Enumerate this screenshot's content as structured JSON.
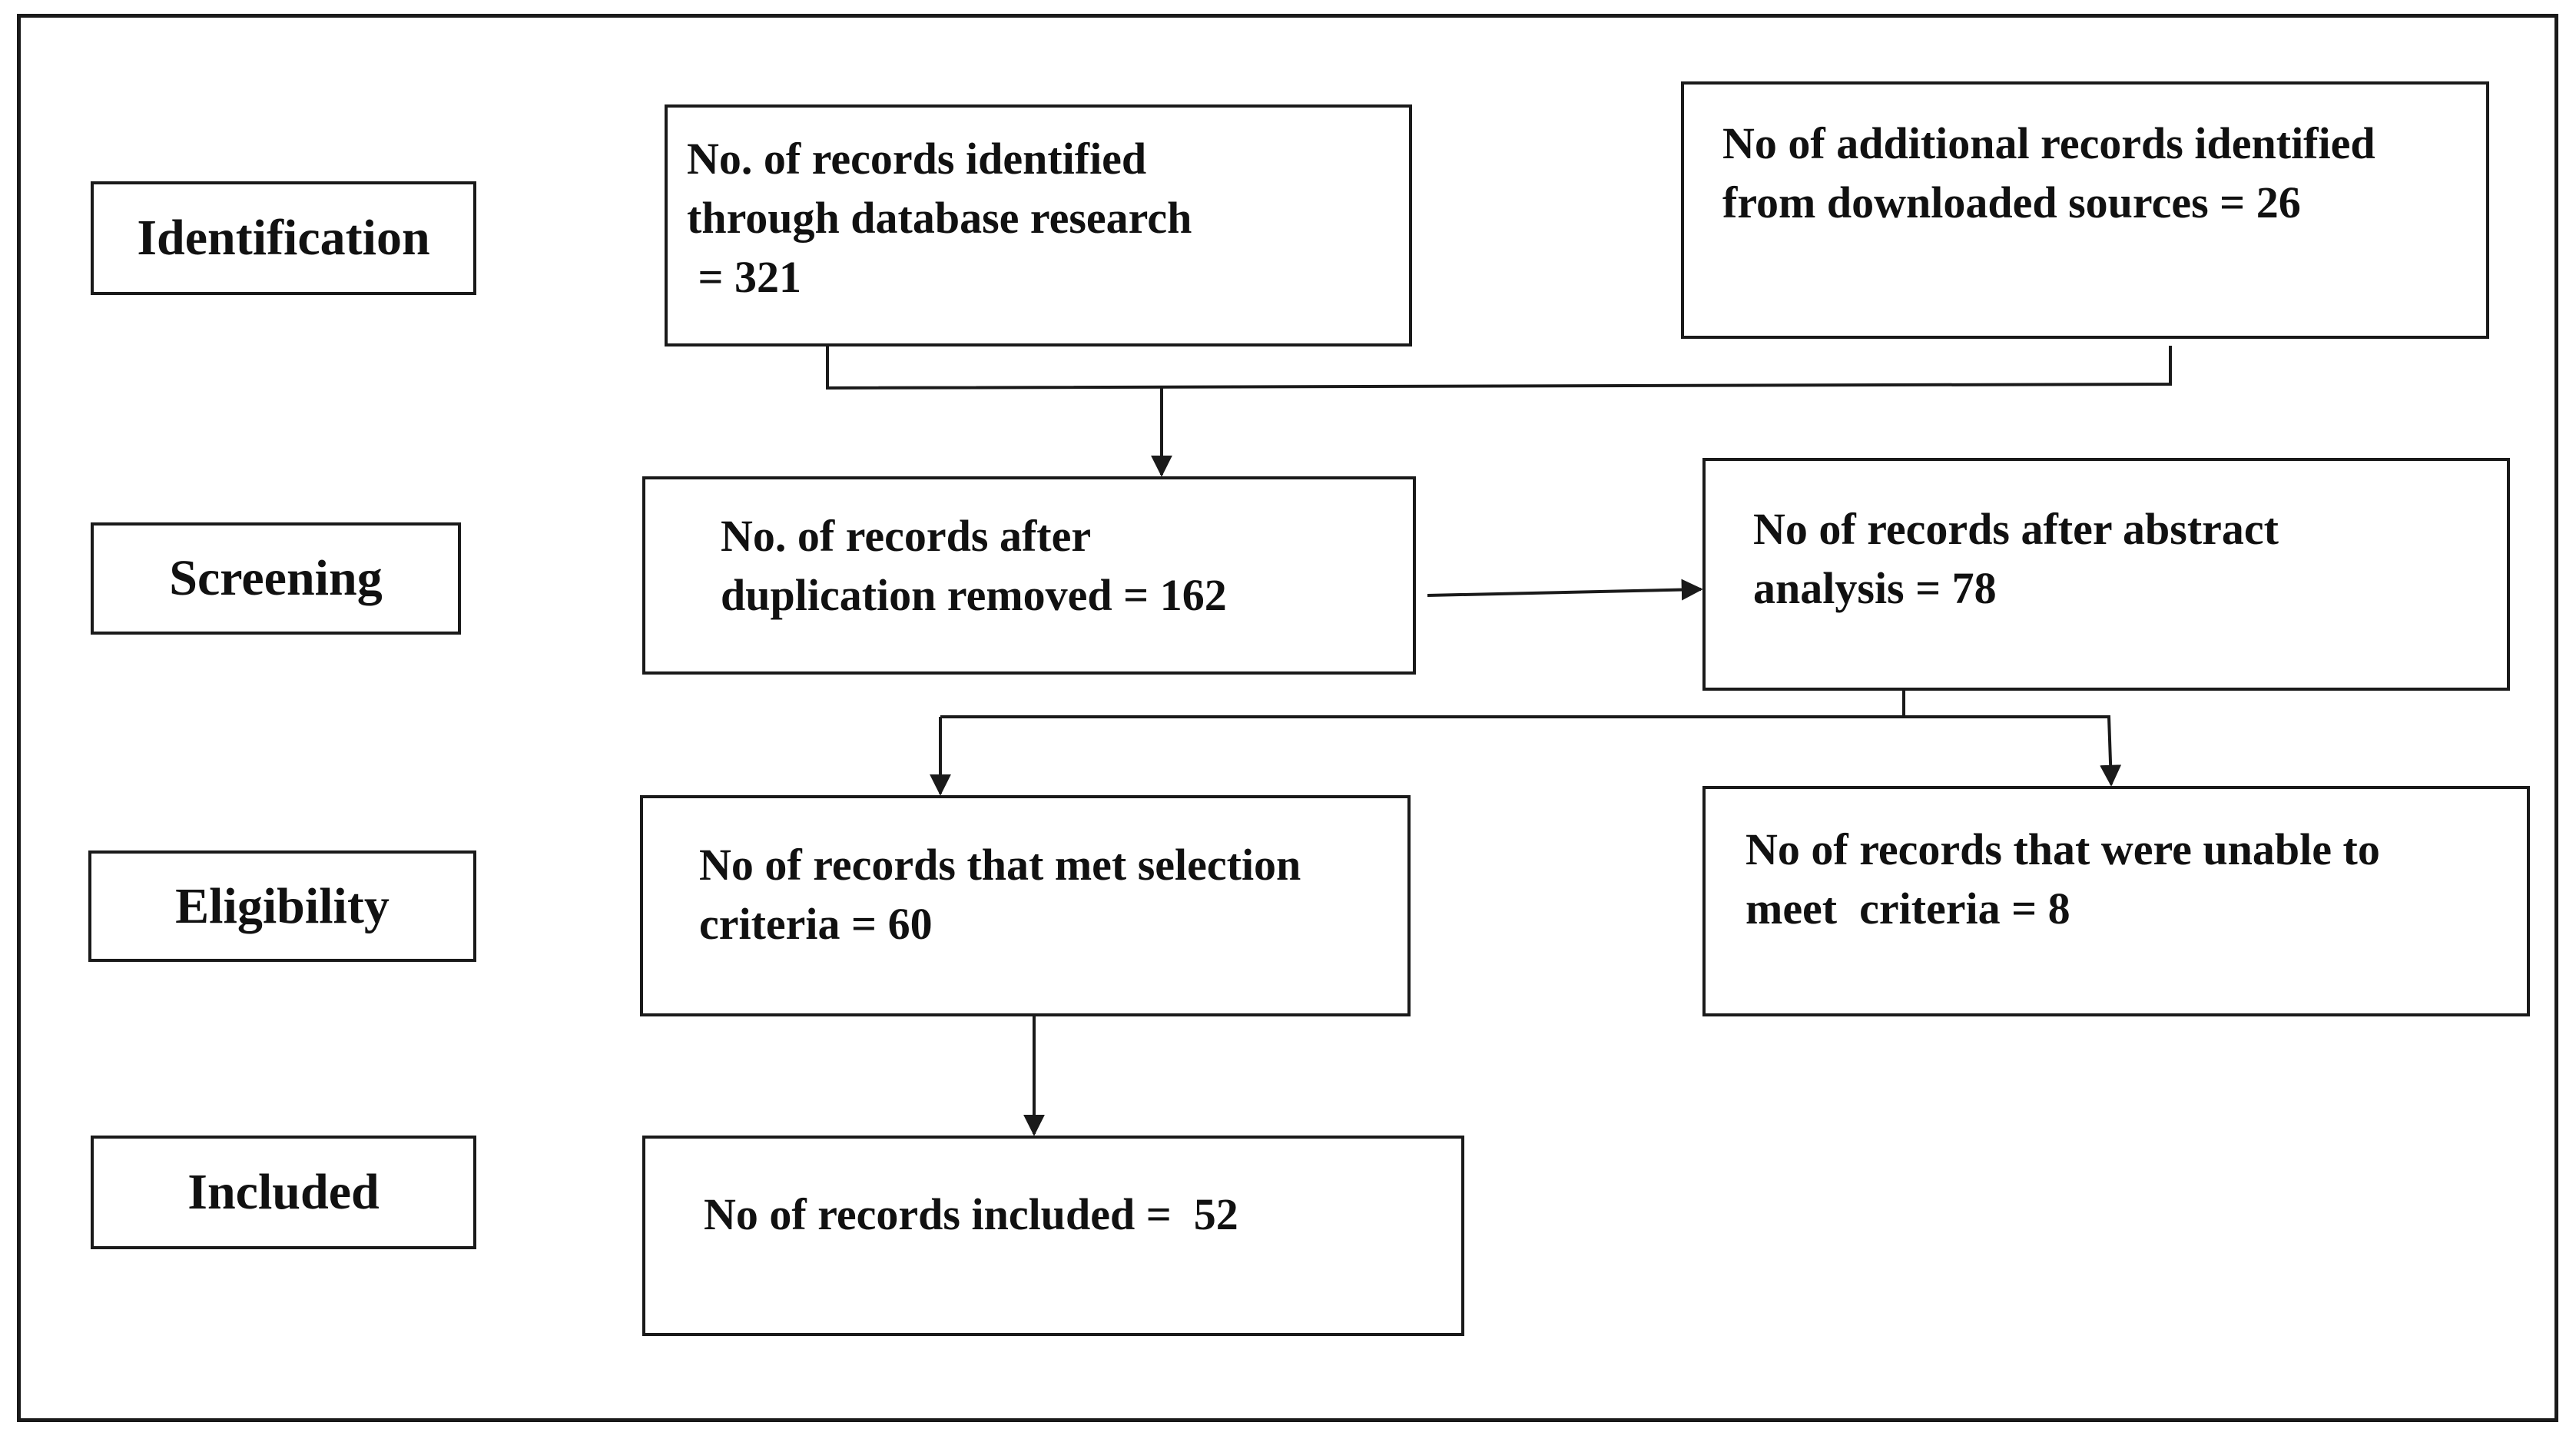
{
  "stages": {
    "identification": "Identification",
    "screening": "Screening",
    "eligibility": "Eligibility",
    "included": "Included"
  },
  "boxes": {
    "database_records": "No. of records identified\nthrough database research\n = 321",
    "additional_records": "No of additional records identified\nfrom downloaded sources = 26",
    "after_deduplication": "No. of records after\nduplication removed = 162",
    "after_abstract": "No of records after abstract\nanalysis = 78",
    "met_criteria": "No of records that met selection\ncriteria = 60",
    "unable_criteria": "No of records that were unable to\nmeet  criteria = 8",
    "included": "No of records included =  52"
  }
}
